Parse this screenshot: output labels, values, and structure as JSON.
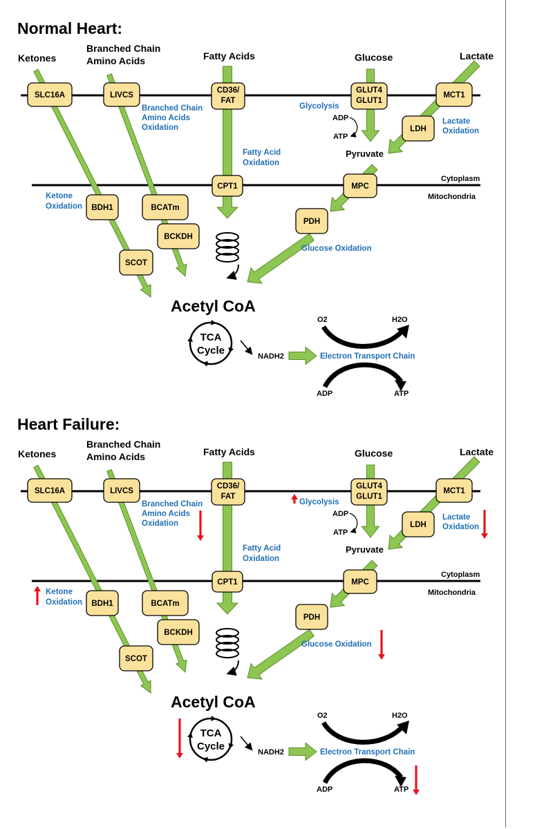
{
  "panels": [
    {
      "title": "Normal Heart:",
      "sources": {
        "ketones": "Ketones",
        "bcaa_line1": "Branched Chain",
        "bcaa_line2": "Amino Acids",
        "fatty_acids": "Fatty Acids",
        "glucose": "Glucose",
        "lactate": "Lactate"
      },
      "transporters": {
        "slc16a": "SLC16A",
        "livcs": "LIVCS",
        "cd36_line1": "CD36/",
        "cd36_line2": "FAT",
        "glut_line1": "GLUT4",
        "glut_line2": "GLUT1",
        "mct1": "MCT1"
      },
      "enzymes": {
        "ldh": "LDH",
        "cpt1": "CPT1",
        "mpc": "MPC",
        "bdh1": "BDH1",
        "bcatm": "BCATm",
        "pdh": "PDH",
        "bckdh": "BCKDH",
        "scot": "SCOT"
      },
      "processes": {
        "bcaa_ox_1": "Branched Chain",
        "bcaa_ox_2": "Amino Acids",
        "bcaa_ox_3": "Oxidation",
        "glycolysis": "Glycolysis",
        "lactate_ox_1": "Lactate",
        "lactate_ox_2": "Oxidation",
        "fa_ox_1": "Fatty Acid",
        "fa_ox_2": "Oxidation",
        "ketone_ox_1": "Ketone",
        "ketone_ox_2": "Oxidation",
        "glucose_ox": "Glucose Oxidation",
        "etc": "Electron Transport Chain"
      },
      "labels": {
        "adp_small": "ADP",
        "atp_small": "ATP",
        "pyruvate": "Pyruvate",
        "cytoplasm": "Cytoplasm",
        "mitochondria": "Mitochondria",
        "acetyl_coa": "Acetyl CoA",
        "tca_1": "TCA",
        "tca_2": "Cycle",
        "nadh2": "NADH2",
        "o2": "O2",
        "h2o": "H2O",
        "adp": "ADP",
        "atp": "ATP"
      },
      "changes": []
    },
    {
      "title": "Heart Failure:",
      "sources": {
        "ketones": "Ketones",
        "bcaa_line1": "Branched Chain",
        "bcaa_line2": "Amino Acids",
        "fatty_acids": "Fatty Acids",
        "glucose": "Glucose",
        "lactate": "Lactate"
      },
      "transporters": {
        "slc16a": "SLC16A",
        "livcs": "LIVCS",
        "cd36_line1": "CD36/",
        "cd36_line2": "FAT",
        "glut_line1": "GLUT4",
        "glut_line2": "GLUT1",
        "mct1": "MCT1"
      },
      "enzymes": {
        "ldh": "LDH",
        "cpt1": "CPT1",
        "mpc": "MPC",
        "bdh1": "BDH1",
        "bcatm": "BCATm",
        "pdh": "PDH",
        "bckdh": "BCKDH",
        "scot": "SCOT"
      },
      "processes": {
        "bcaa_ox_1": "Branched Chain",
        "bcaa_ox_2": "Amino Acids",
        "bcaa_ox_3": "Oxidation",
        "glycolysis": "Glycolysis",
        "lactate_ox_1": "Lactate",
        "lactate_ox_2": "Oxidation",
        "fa_ox_1": "Fatty Acid",
        "fa_ox_2": "Oxidation",
        "ketone_ox_1": "Ketone",
        "ketone_ox_2": "Oxidation",
        "glucose_ox": "Glucose Oxidation",
        "etc": "Electron Transport Chain"
      },
      "labels": {
        "adp_small": "ADP",
        "atp_small": "ATP",
        "pyruvate": "Pyruvate",
        "cytoplasm": "Cytoplasm",
        "mitochondria": "Mitochondria",
        "acetyl_coa": "Acetyl CoA",
        "tca_1": "TCA",
        "tca_2": "Cycle",
        "nadh2": "NADH2",
        "o2": "O2",
        "h2o": "H2O",
        "adp": "ADP",
        "atp": "ATP"
      },
      "changes": [
        {
          "target": "glycolysis",
          "direction": "up"
        },
        {
          "target": "bcaa-oxidation",
          "direction": "down"
        },
        {
          "target": "lactate-oxidation",
          "direction": "down"
        },
        {
          "target": "ketone-oxidation",
          "direction": "up"
        },
        {
          "target": "glucose-oxidation",
          "direction": "down"
        },
        {
          "target": "tca-cycle",
          "direction": "down"
        },
        {
          "target": "atp",
          "direction": "down"
        }
      ]
    }
  ],
  "colors": {
    "box_fill": "#fbe29c",
    "box_stroke": "#000000",
    "arrow_fill": "#8dc651",
    "arrow_stroke": "#5d8a2e",
    "process_text": "#1f6fb5",
    "change_arrow": "#e8141b"
  }
}
